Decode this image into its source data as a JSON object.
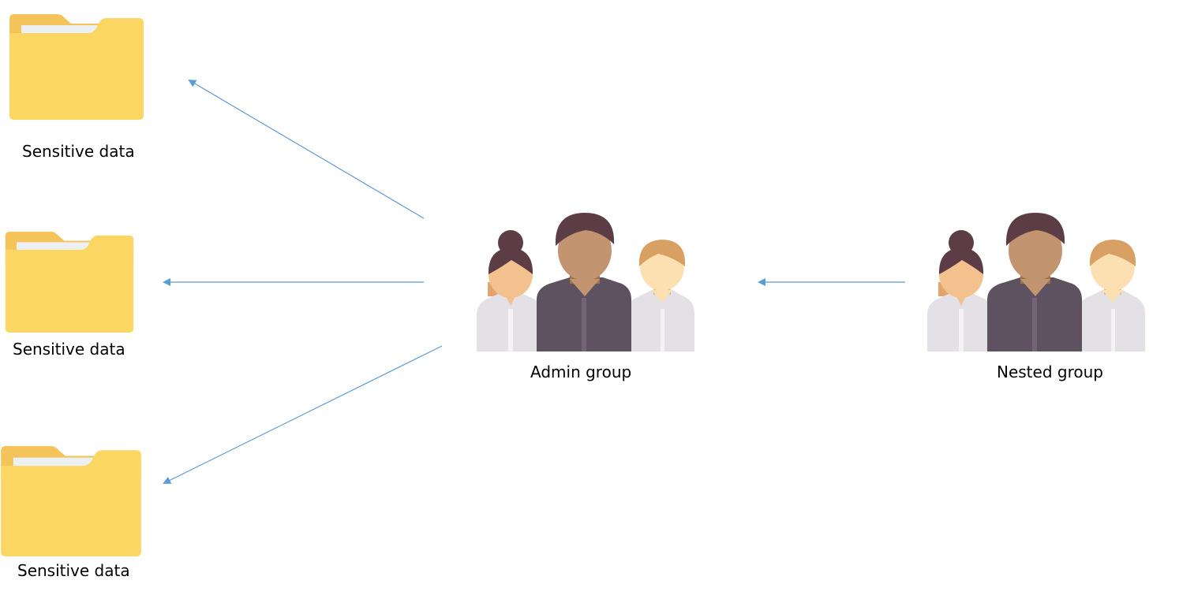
{
  "nodes": {
    "folders": [
      {
        "label": "Sensitive data",
        "icon": "folder-icon"
      },
      {
        "label": "Sensitive data",
        "icon": "folder-icon"
      },
      {
        "label": "Sensitive data",
        "icon": "folder-icon"
      }
    ],
    "admin_group": {
      "label": "Admin group",
      "icon": "user-group-icon"
    },
    "nested_group": {
      "label": "Nested group",
      "icon": "user-group-icon"
    }
  },
  "edges": [
    {
      "from": "admin_group",
      "to": "folder-1"
    },
    {
      "from": "admin_group",
      "to": "folder-2"
    },
    {
      "from": "admin_group",
      "to": "folder-3"
    },
    {
      "from": "nested_group",
      "to": "admin_group"
    }
  ],
  "colors": {
    "arrow": "#5b9bd5",
    "folder_body": "#fcd663",
    "folder_tab": "#f4c35a",
    "folder_paper": "#edf0f3",
    "hair_dark": "#5c3d46",
    "skin_light": "#f2c18e",
    "skin_medium": "#c39470",
    "skin_pale": "#fde0b1",
    "hair_light": "#d9a064",
    "shirt_dark": "#5f5260",
    "shirt_light": "#e3e1e6"
  }
}
